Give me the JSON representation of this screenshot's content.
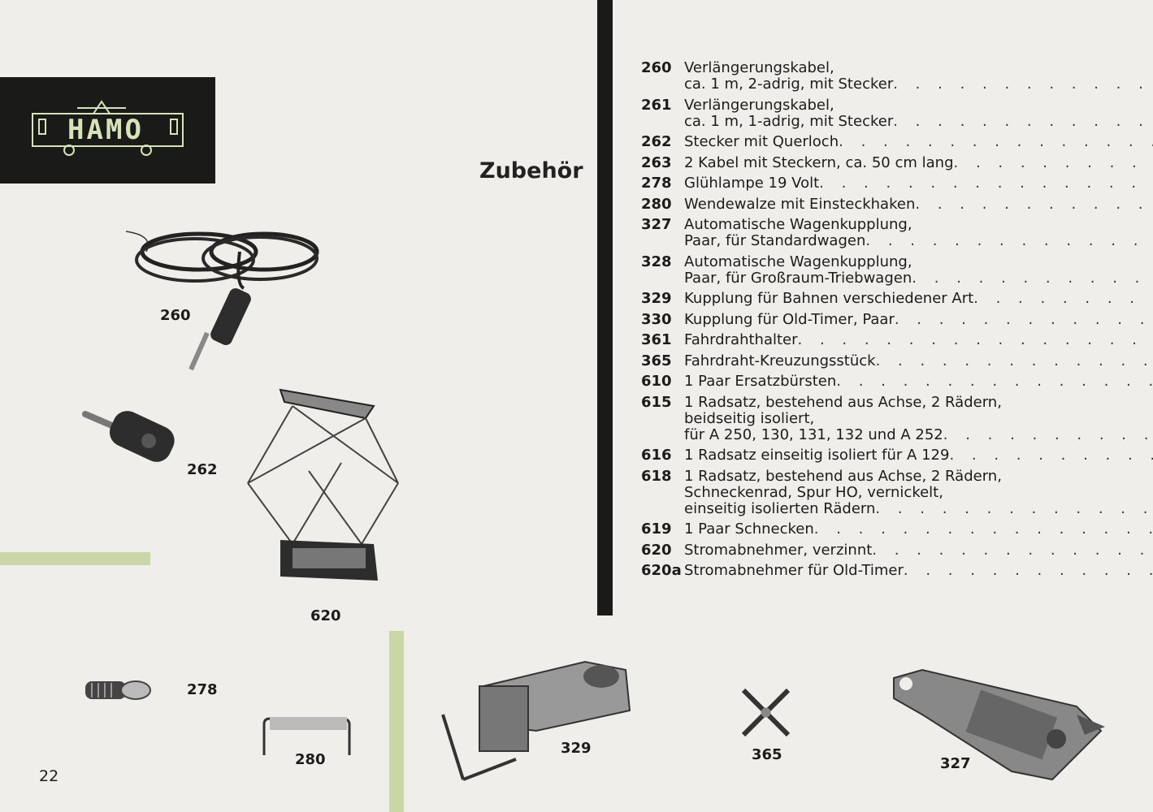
{
  "brand": {
    "logo_text": "HAMO"
  },
  "page": {
    "heading": "Zubehör",
    "page_number": "22"
  },
  "catalog": [
    {
      "num": "260",
      "lines": [
        "Verlängerungskabel,",
        "ca. 1 m, 2-adrig, mit Stecker"
      ]
    },
    {
      "num": "261",
      "lines": [
        "Verlängerungskabel,",
        "ca. 1 m, 1-adrig, mit Stecker"
      ]
    },
    {
      "num": "262",
      "lines": [
        "Stecker mit Querloch"
      ]
    },
    {
      "num": "263",
      "lines": [
        "2 Kabel mit Steckern, ca. 50 cm lang"
      ]
    },
    {
      "num": "278",
      "lines": [
        "Glühlampe 19 Volt"
      ]
    },
    {
      "num": "280",
      "lines": [
        "Wendewalze mit Einsteckhaken"
      ]
    },
    {
      "num": "327",
      "lines": [
        "Automatische Wagenkupplung,",
        "Paar, für Standardwagen"
      ]
    },
    {
      "num": "328",
      "lines": [
        "Automatische Wagenkupplung,",
        "Paar, für Großraum-Triebwagen"
      ]
    },
    {
      "num": "329",
      "lines": [
        "Kupplung für Bahnen verschiedener Art"
      ]
    },
    {
      "num": "330",
      "lines": [
        "Kupplung für Old-Timer, Paar"
      ]
    },
    {
      "num": "361",
      "lines": [
        "Fahrdrahthalter"
      ]
    },
    {
      "num": "365",
      "lines": [
        "Fahrdraht-Kreuzungsstück"
      ]
    },
    {
      "num": "610",
      "lines": [
        "1 Paar Ersatzbürsten"
      ]
    },
    {
      "num": "615",
      "lines": [
        "1 Radsatz, bestehend aus Achse, 2 Rädern,",
        "beidseitig isoliert,",
        "für A 250, 130, 131, 132 und A 252"
      ]
    },
    {
      "num": "616",
      "lines": [
        "1 Radsatz einseitig isoliert für A 129"
      ]
    },
    {
      "num": "618",
      "lines": [
        "1 Radsatz, bestehend aus Achse, 2 Rädern,",
        "Schneckenrad, Spur HO, vernickelt,",
        "einseitig isolierten Rädern"
      ]
    },
    {
      "num": "619",
      "lines": [
        "1 Paar Schnecken"
      ]
    },
    {
      "num": "620",
      "lines": [
        "Stromabnehmer, verzinnt"
      ]
    },
    {
      "num": "620a",
      "lines": [
        "Stromabnehmer für Old-Timer"
      ]
    }
  ],
  "image_labels": {
    "cable": "260",
    "plug": "262",
    "pantograph": "620",
    "lamp": "278",
    "roller": "280",
    "coupling_329": "329",
    "crossing": "365",
    "coupling_327": "327"
  },
  "colors": {
    "paper": "#efeeea",
    "dark": "#1a1a18",
    "accent_green": "#c8d6a8",
    "logo_text": "#d6e2b8"
  }
}
